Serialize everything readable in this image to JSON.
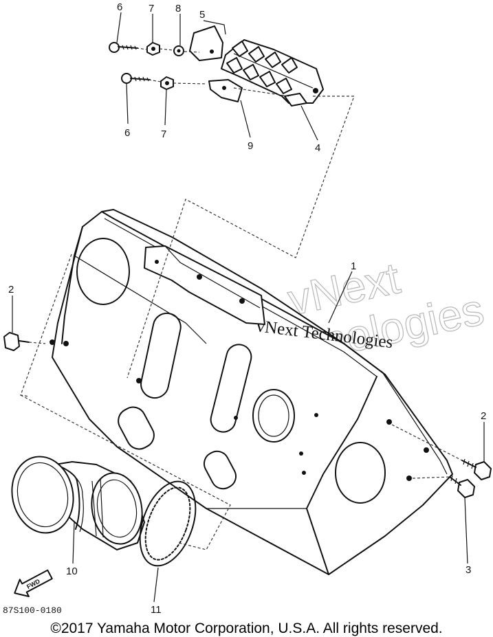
{
  "diagram": {
    "part_labels": {
      "p1": "1",
      "p2_left": "2",
      "p2_right": "2",
      "p3": "3",
      "p4": "4",
      "p5": "5",
      "p6_top": "6",
      "p6_bottom": "6",
      "p7_top": "7",
      "p7_bottom": "7",
      "p8": "8",
      "p9": "9",
      "p10": "10",
      "p11": "11"
    },
    "direction_arrow": "FWD",
    "reference_code": "87S100-0180",
    "watermark": {
      "small": "vNext Technologies",
      "large_line1": "vNext",
      "large_line2": "Technologies"
    }
  },
  "footer": {
    "copyright": "©2017 Yamaha Motor Corporation, U.S.A. All rights reserved."
  }
}
